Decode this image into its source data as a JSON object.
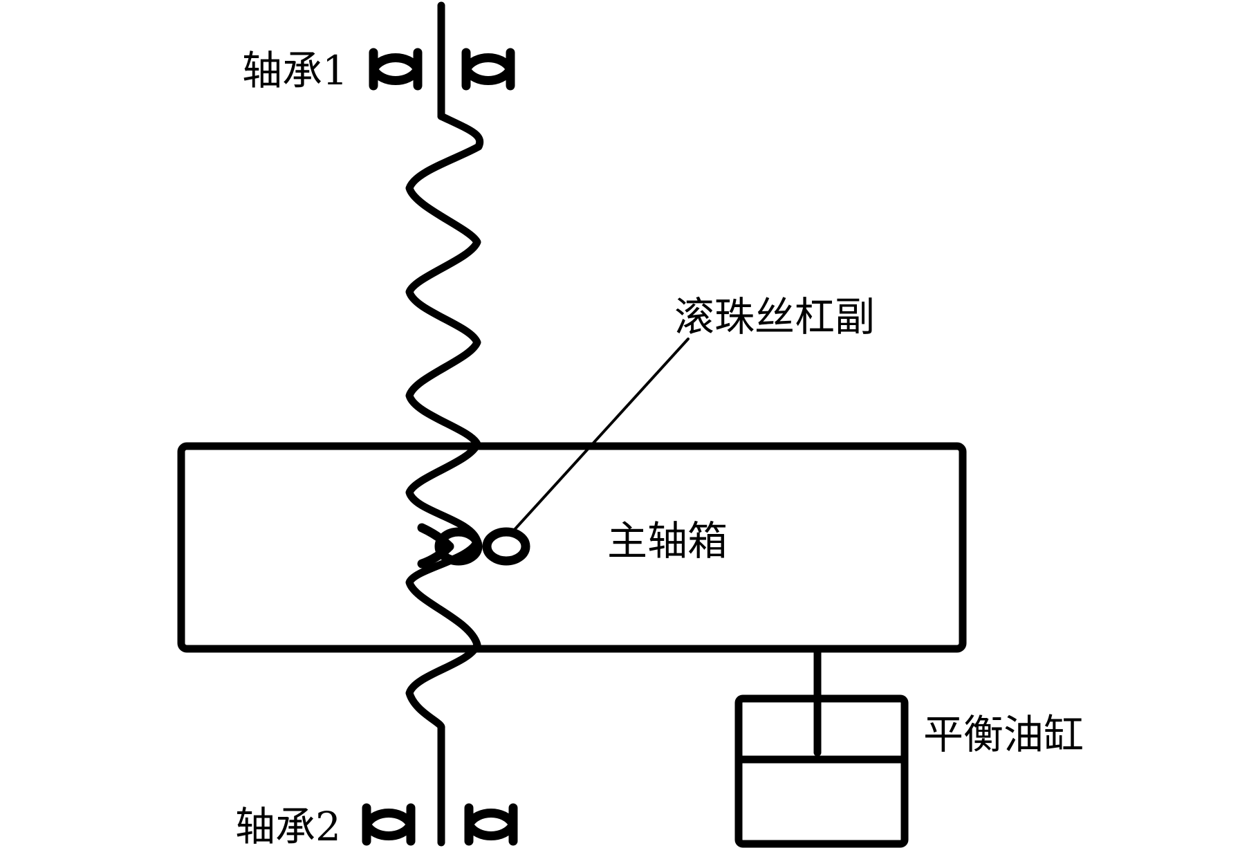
{
  "labels": {
    "bearing_top": "轴承1",
    "bearing_bottom": "轴承2",
    "ball_screw_pair": "滚珠丝杠副",
    "spindle_box": "主轴箱",
    "balance_cylinder": "平衡油缸"
  },
  "colors": {
    "line": "#000000",
    "background": "#ffffff"
  }
}
